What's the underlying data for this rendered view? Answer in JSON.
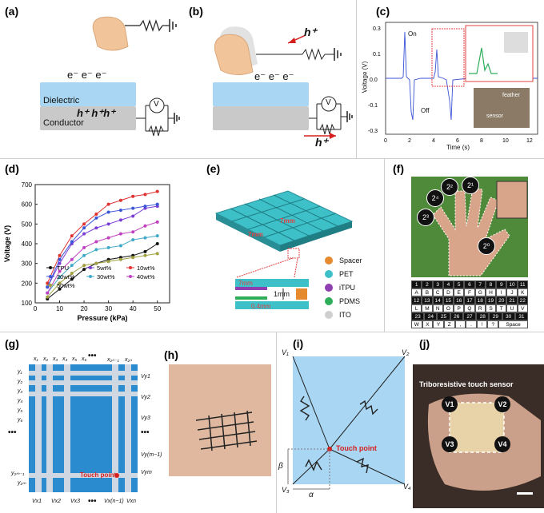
{
  "panels": {
    "a": {
      "label": "(a)",
      "electrons": "e⁻ e⁻ e⁻",
      "dielectric": "Dielectric",
      "holes": "h⁺ h⁺h⁺",
      "conductor": "Conductor",
      "meter": "V"
    },
    "b": {
      "label": "(b)",
      "hplus_top": "h⁺",
      "electrons": "e⁻ e⁻ e⁻",
      "meter": "V",
      "hplus_bottom": "h⁺"
    },
    "c": {
      "label": "(c)",
      "on": "On",
      "off": "Off",
      "feather": "feather",
      "sensor": "sensor",
      "xlabel": "Time (s)",
      "ylabel": "Voltage (V)"
    },
    "d": {
      "label": "(d)"
    },
    "e": {
      "label": "(e)",
      "dim1": "7mm",
      "dim2": "7mm",
      "dim3": "7mm",
      "dim4": "1mm",
      "dim5": "0.4mm",
      "legend": [
        "Spacer",
        "PET",
        "iTPU",
        "PDMS",
        "ITO"
      ],
      "legend_colors": [
        "#e58a2e",
        "#3ec0c9",
        "#8e3fb0",
        "#2fae5a",
        "#cfcfcf"
      ]
    },
    "f": {
      "label": "(f)",
      "badges": [
        "2³",
        "2⁴",
        "2²",
        "2¹",
        "2⁰"
      ],
      "table": [
        [
          "1",
          "2",
          "3",
          "4",
          "5",
          "6",
          "7",
          "8",
          "9",
          "10",
          "11"
        ],
        [
          "A",
          "B",
          "C",
          "D",
          "E",
          "F",
          "G",
          "H",
          "I",
          "J",
          "K"
        ],
        [
          "12",
          "13",
          "14",
          "15",
          "16",
          "17",
          "18",
          "19",
          "20",
          "21",
          "22"
        ],
        [
          "L",
          "M",
          "N",
          "O",
          "P",
          "Q",
          "R",
          "S",
          "T",
          "U",
          "V"
        ],
        [
          "23",
          "24",
          "25",
          "26",
          "27",
          "28",
          "29",
          "30",
          "31"
        ],
        [
          "W",
          "X",
          "Y",
          "Z",
          ",",
          ".",
          "!",
          "?",
          "Space"
        ]
      ]
    },
    "g": {
      "label": "(g)",
      "top_labels": [
        "x₁",
        "x₂",
        "x₃",
        "x₄",
        "x₅",
        "x₆",
        "x₂ₙ₋₁",
        "x₂ₙ"
      ],
      "left_labels": [
        "y₁",
        "y₂",
        "y₃",
        "y₄",
        "y₅",
        "y₆",
        "y₂ₘ₋₁",
        "y₂ₘ"
      ],
      "right_labels": [
        "Vy1",
        "Vy2",
        "Vy3",
        "Vy(m−1)",
        "Vym"
      ],
      "bottom_labels": [
        "Vx1",
        "Vx2",
        "Vx3",
        "Vx(n−1)",
        "Vxn"
      ],
      "touch": "Touch point",
      "dots": "•••"
    },
    "h": {
      "label": "(h)"
    },
    "i": {
      "label": "(i)",
      "corners": [
        "V₁",
        "V₂",
        "V₃",
        "V₄"
      ],
      "touch": "Touch point",
      "beta": "β",
      "alpha": "α"
    },
    "j": {
      "label": "(j)",
      "title": "Triboresistive touch sensor",
      "corners": [
        "V1",
        "V2",
        "V3",
        "V4"
      ]
    }
  },
  "chart_data": {
    "type": "line",
    "xlabel": "Pressure (kPa)",
    "ylabel": "Voltage (V)",
    "xlim": [
      0,
      55
    ],
    "ylim": [
      100,
      700
    ],
    "xticks": [
      0,
      10,
      20,
      30,
      40,
      50
    ],
    "yticks": [
      100,
      200,
      300,
      400,
      500,
      600,
      700
    ],
    "x": [
      5,
      10,
      15,
      20,
      25,
      30,
      35,
      40,
      45,
      50
    ],
    "series": [
      {
        "name": "TPU",
        "color": "#111111",
        "values": [
          120,
          170,
          220,
          270,
          300,
          320,
          330,
          340,
          360,
          400
        ]
      },
      {
        "name": "5wt%",
        "color": "#7a3dd6",
        "values": [
          180,
          300,
          400,
          450,
          480,
          500,
          520,
          540,
          580,
          590
        ]
      },
      {
        "name": "10wt%",
        "color": "#e03030",
        "values": [
          200,
          340,
          440,
          500,
          550,
          600,
          620,
          640,
          650,
          665
        ]
      },
      {
        "name": "20wt%",
        "color": "#3a55d6",
        "values": [
          180,
          320,
          410,
          480,
          530,
          560,
          570,
          580,
          590,
          600
        ]
      },
      {
        "name": "30wt%",
        "color": "#3fa9c8",
        "values": [
          150,
          230,
          290,
          340,
          370,
          380,
          390,
          420,
          430,
          440
        ]
      },
      {
        "name": "40wt%",
        "color": "#c040c0",
        "values": [
          150,
          260,
          320,
          380,
          410,
          430,
          450,
          460,
          490,
          510
        ]
      },
      {
        "name": "50wt%",
        "color": "#a0a040",
        "values": [
          130,
          200,
          250,
          290,
          300,
          310,
          320,
          330,
          340,
          350
        ]
      }
    ]
  }
}
